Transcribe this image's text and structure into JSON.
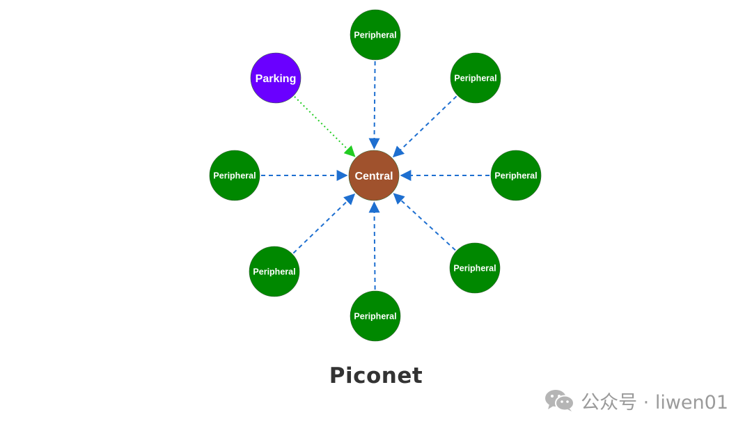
{
  "diagram": {
    "caption": "Piconet",
    "central": {
      "label": "Central",
      "color": "#A0522D"
    },
    "parking": {
      "label": "Parking",
      "color": "#6A00FF",
      "link_color": "#22CC22"
    },
    "peripherals": [
      {
        "id": "top",
        "label": "Peripheral"
      },
      {
        "id": "top-right",
        "label": "Peripheral"
      },
      {
        "id": "right",
        "label": "Peripheral"
      },
      {
        "id": "bottom-right",
        "label": "Peripheral"
      },
      {
        "id": "bottom",
        "label": "Peripheral"
      },
      {
        "id": "bottom-left",
        "label": "Peripheral"
      },
      {
        "id": "left",
        "label": "Peripheral"
      }
    ],
    "peripheral_color": "#008800",
    "link_color": "#1E6FD0"
  },
  "watermark": {
    "icon": "wechat-icon",
    "text": "公众号 · liwen01"
  }
}
